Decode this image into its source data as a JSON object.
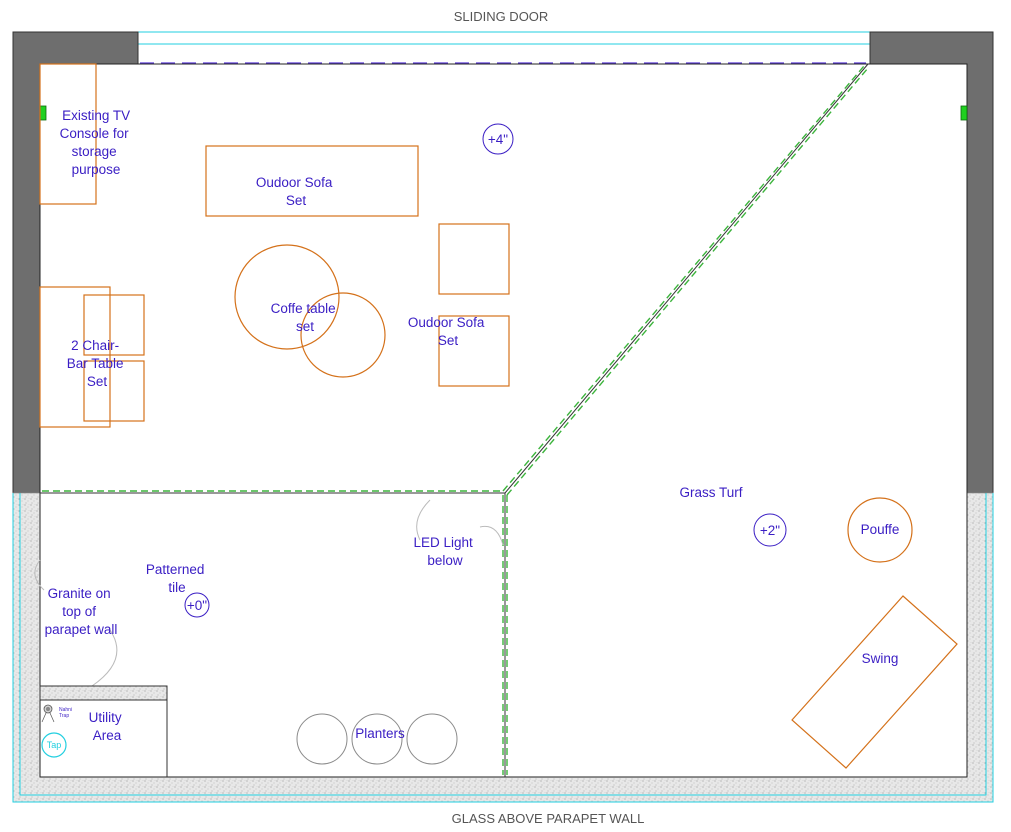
{
  "labels": {
    "sliding_door": "SLIDING DOOR",
    "glass_wall": "GLASS ABOVE PARAPET WALL",
    "tv_console": [
      "Existing TV",
      "Console for",
      "storage",
      "purpose"
    ],
    "sofa_set_top": [
      "Oudoor Sofa",
      "Set"
    ],
    "sofa_set_right": [
      "Oudoor Sofa",
      "Set"
    ],
    "coffee_table": [
      "Coffe table",
      "set"
    ],
    "bar_table": [
      "2 Chair-",
      "Bar Table",
      "Set"
    ],
    "level_plus4": "+4\"",
    "level_plus2": "+2\"",
    "level_plus0": "+0\"",
    "grass_turf": "Grass Turf",
    "pouffe": "Pouffe",
    "swing": "Swing",
    "led_light": [
      "LED Light",
      "below"
    ],
    "patterned_tile": [
      "Patterned",
      "tile"
    ],
    "granite": [
      "Granite on",
      "top of",
      "parapet wall"
    ],
    "utility_area": [
      "Utility",
      "Area"
    ],
    "nahni_trap": [
      "Nahni",
      "Trap"
    ],
    "tap": "Tap",
    "planters": "Planters"
  },
  "colors": {
    "furniture": "#d4711a",
    "text": "#3a1ec4",
    "glass": "#22cfe0",
    "wall": "#6e6e6e",
    "led": "#3cb43c",
    "door_track": "#5a3ad8"
  }
}
